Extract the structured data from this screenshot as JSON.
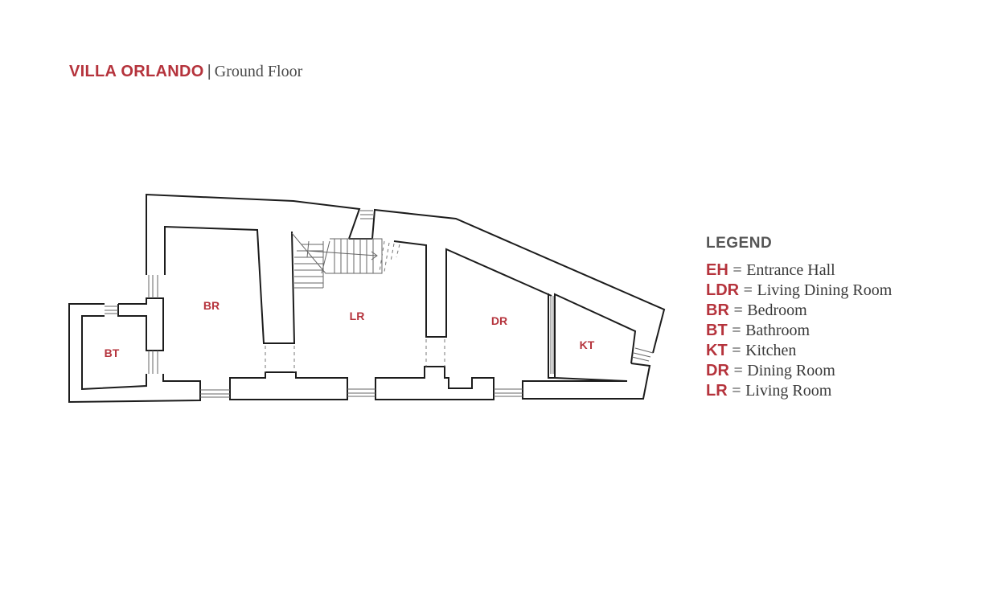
{
  "title": {
    "name": "VILLA ORLANDO",
    "separator": "|",
    "floor": "Ground Floor"
  },
  "plan": {
    "rooms": [
      "BR",
      "LR",
      "DR",
      "KT",
      "BT"
    ]
  },
  "legend": {
    "title": "LEGEND",
    "items": [
      {
        "code": "EH",
        "eq": "=",
        "label": "Entrance Hall"
      },
      {
        "code": "LDR",
        "eq": "=",
        "label": "Living Dining Room"
      },
      {
        "code": "BR",
        "eq": "=",
        "label": "Bedroom"
      },
      {
        "code": "BT",
        "eq": "=",
        "label": "Bathroom"
      },
      {
        "code": "KT",
        "eq": "=",
        "label": "Kitchen"
      },
      {
        "code": "DR",
        "eq": "=",
        "label": "Dining Room"
      },
      {
        "code": "LR",
        "eq": "=",
        "label": "Living Room"
      }
    ]
  },
  "colors": {
    "accent": "#b5333c",
    "text": "#3a3a3a",
    "wall": "#1c1c1c"
  }
}
